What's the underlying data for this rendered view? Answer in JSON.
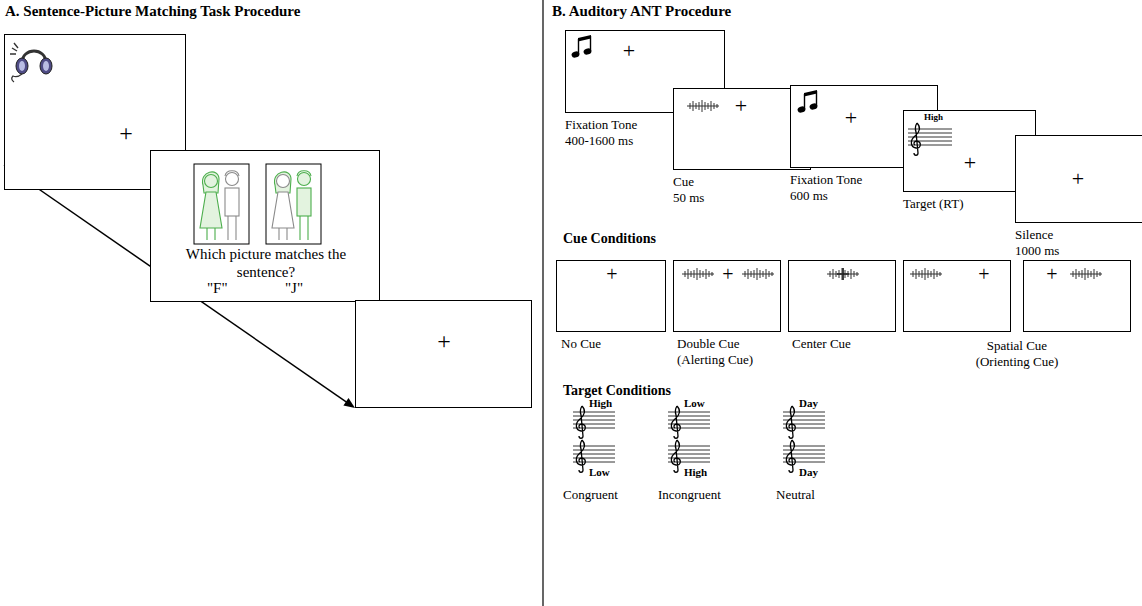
{
  "diagram": {
    "nodes": [
      {
        "text": [
          "+"
        ]
      },
      {
        "text": [
          "Which picture matches the sentence?",
          "\"F\"",
          "\"J\""
        ]
      },
      {
        "text": [
          "+"
        ]
      },
      {
        "text": [
          "+",
          "Fixation Tone 400-1600 ms"
        ]
      },
      {
        "text": [
          "+",
          "Cue 50 ms"
        ]
      },
      {
        "text": [
          "+",
          "Fixation Tone 600 ms"
        ]
      },
      {
        "text": [
          "High",
          "+",
          "Target (RT)"
        ]
      },
      {
        "text": [
          "+",
          "Silence 1000 ms"
        ]
      },
      {
        "text": [
          "+",
          "No Cue"
        ]
      },
      {
        "text": [
          "+",
          "Double Cue (Alerting Cue)"
        ]
      },
      {
        "text": [
          "Center Cue"
        ]
      },
      {
        "text": [
          "+"
        ]
      },
      {
        "text": [
          "+"
        ]
      }
    ],
    "edges": [
      {
        "from": 0,
        "to": 2,
        "arrow": "to"
      }
    ],
    "labels": [
      "A. Sentence-Picture Matching Task Procedure",
      "B. Auditory ANT Procedure",
      "Cue Conditions",
      "Spatial Cue (Orienting Cue)",
      "Target Conditions",
      "High",
      "Low",
      "Low",
      "High",
      "Day",
      "Day",
      "Congruent",
      "Incongruent",
      "Neutral"
    ]
  }
}
